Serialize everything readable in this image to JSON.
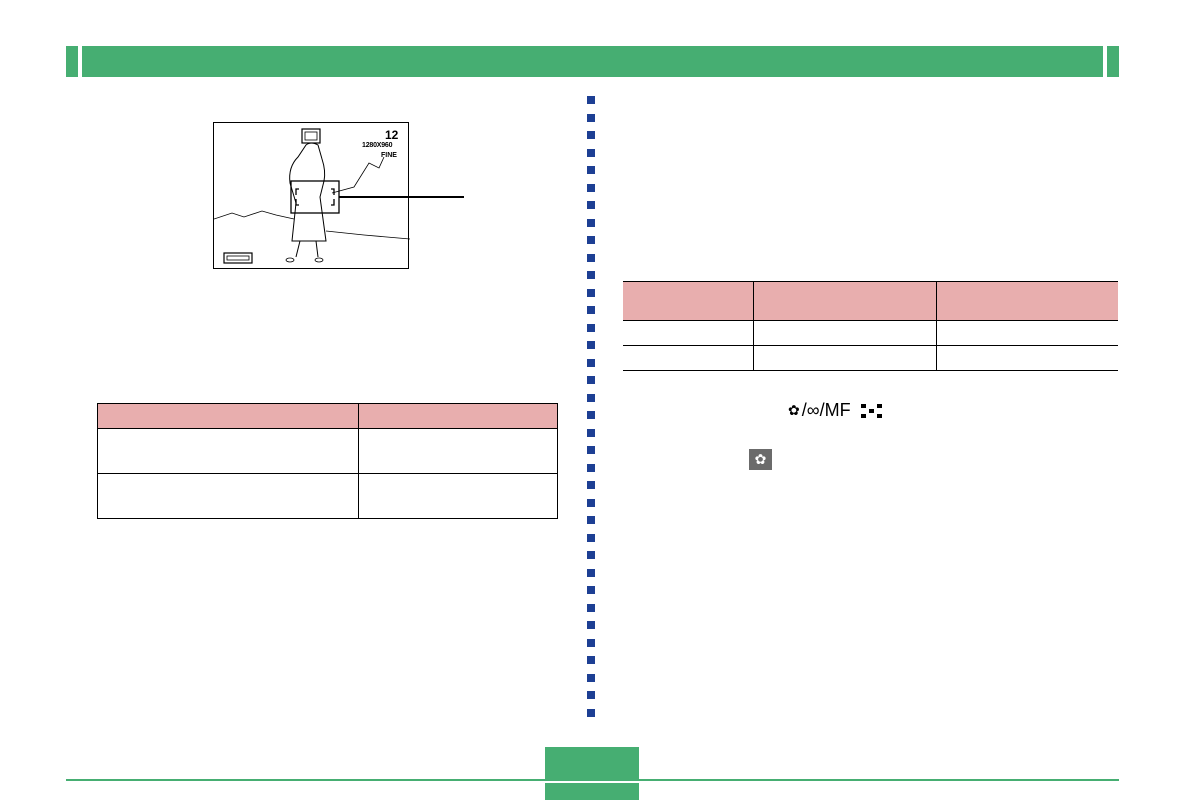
{
  "viewfinder": {
    "shots_remaining": "12",
    "image_size": "1280X960",
    "quality": "FINE"
  },
  "left_table": {
    "headers": [
      "",
      ""
    ],
    "rows": [
      [
        "",
        ""
      ],
      [
        "",
        ""
      ]
    ]
  },
  "right_table": {
    "headers": [
      "",
      "",
      ""
    ],
    "rows": [
      [
        "",
        "",
        ""
      ],
      [
        "",
        "",
        ""
      ]
    ]
  },
  "focus_mode_icons": {
    "macro_icon": "macro-flower-icon",
    "infinity": "∞",
    "manual": "MF",
    "separator": "/"
  },
  "macro_badge_icon": "macro-flower-icon",
  "page_number": "",
  "colors": {
    "header_green": "#46ae72",
    "table_header_pink": "#e8aeae",
    "divider_blue": "#1d3f94",
    "badge_gray": "#6b6b6b"
  }
}
